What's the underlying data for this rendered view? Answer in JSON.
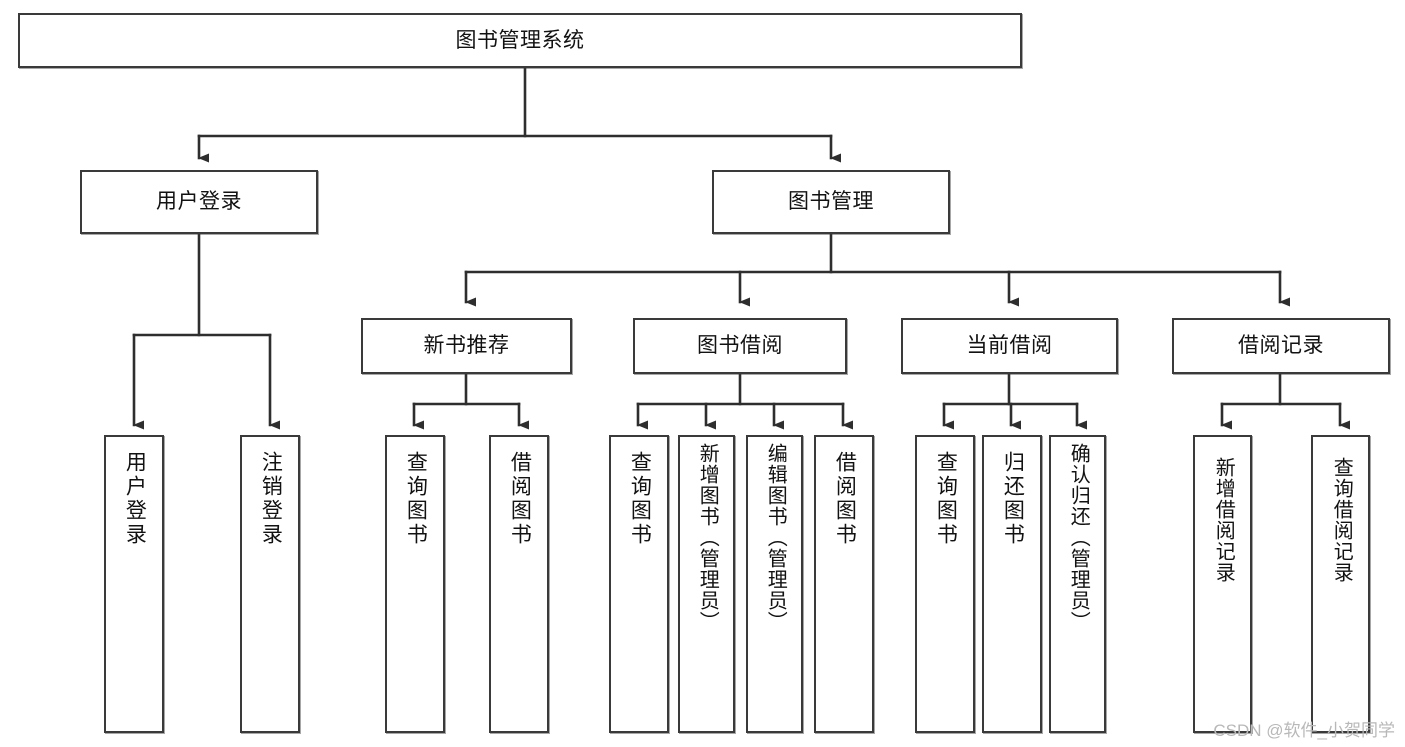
{
  "diagram": {
    "type": "tree-hierarchy",
    "title": "图书管理系统",
    "orientation": "top-down",
    "levels": 4,
    "watermark": "CSDN @软件_小贺同学",
    "colors": {
      "box_border": "#3a3a3a",
      "box_fill": "#ffffff",
      "connector": "#2e2e2e",
      "text": "#121212",
      "watermark": "#b8b8b8"
    },
    "nodes": {
      "root": {
        "label": "图书管理系统",
        "level": 1
      },
      "level2": [
        {
          "id": "user-login",
          "label": "用户登录"
        },
        {
          "id": "book-manage",
          "label": "图书管理"
        }
      ],
      "level3": [
        {
          "id": "new-book-recommend",
          "label": "新书推荐"
        },
        {
          "id": "book-borrow",
          "label": "图书借阅"
        },
        {
          "id": "current-borrow",
          "label": "当前借阅"
        },
        {
          "id": "borrow-record",
          "label": "借阅记录"
        }
      ],
      "leaves": {
        "user-login": [
          {
            "id": "leaf-user-login",
            "label": "用户登录"
          },
          {
            "id": "leaf-logout-login",
            "label": "注销登录"
          }
        ],
        "new-book-recommend": [
          {
            "id": "leaf-query-book-1",
            "label": "查询图书"
          },
          {
            "id": "leaf-borrow-book-1",
            "label": "借阅图书"
          }
        ],
        "book-borrow": [
          {
            "id": "leaf-query-book-2",
            "label": "查询图书"
          },
          {
            "id": "leaf-add-book",
            "label": "新增图书（管理员）"
          },
          {
            "id": "leaf-edit-book",
            "label": "编辑图书（管理员）"
          },
          {
            "id": "leaf-borrow-book-2",
            "label": "借阅图书"
          }
        ],
        "current-borrow": [
          {
            "id": "leaf-query-book-3",
            "label": "查询图书"
          },
          {
            "id": "leaf-return-book",
            "label": "归还图书"
          },
          {
            "id": "leaf-confirm-return",
            "label": "确认归还（管理员）"
          }
        ],
        "borrow-record": [
          {
            "id": "leaf-add-record",
            "label": "新增借阅记录"
          },
          {
            "id": "leaf-query-record",
            "label": "查询借阅记录"
          }
        ]
      }
    }
  }
}
